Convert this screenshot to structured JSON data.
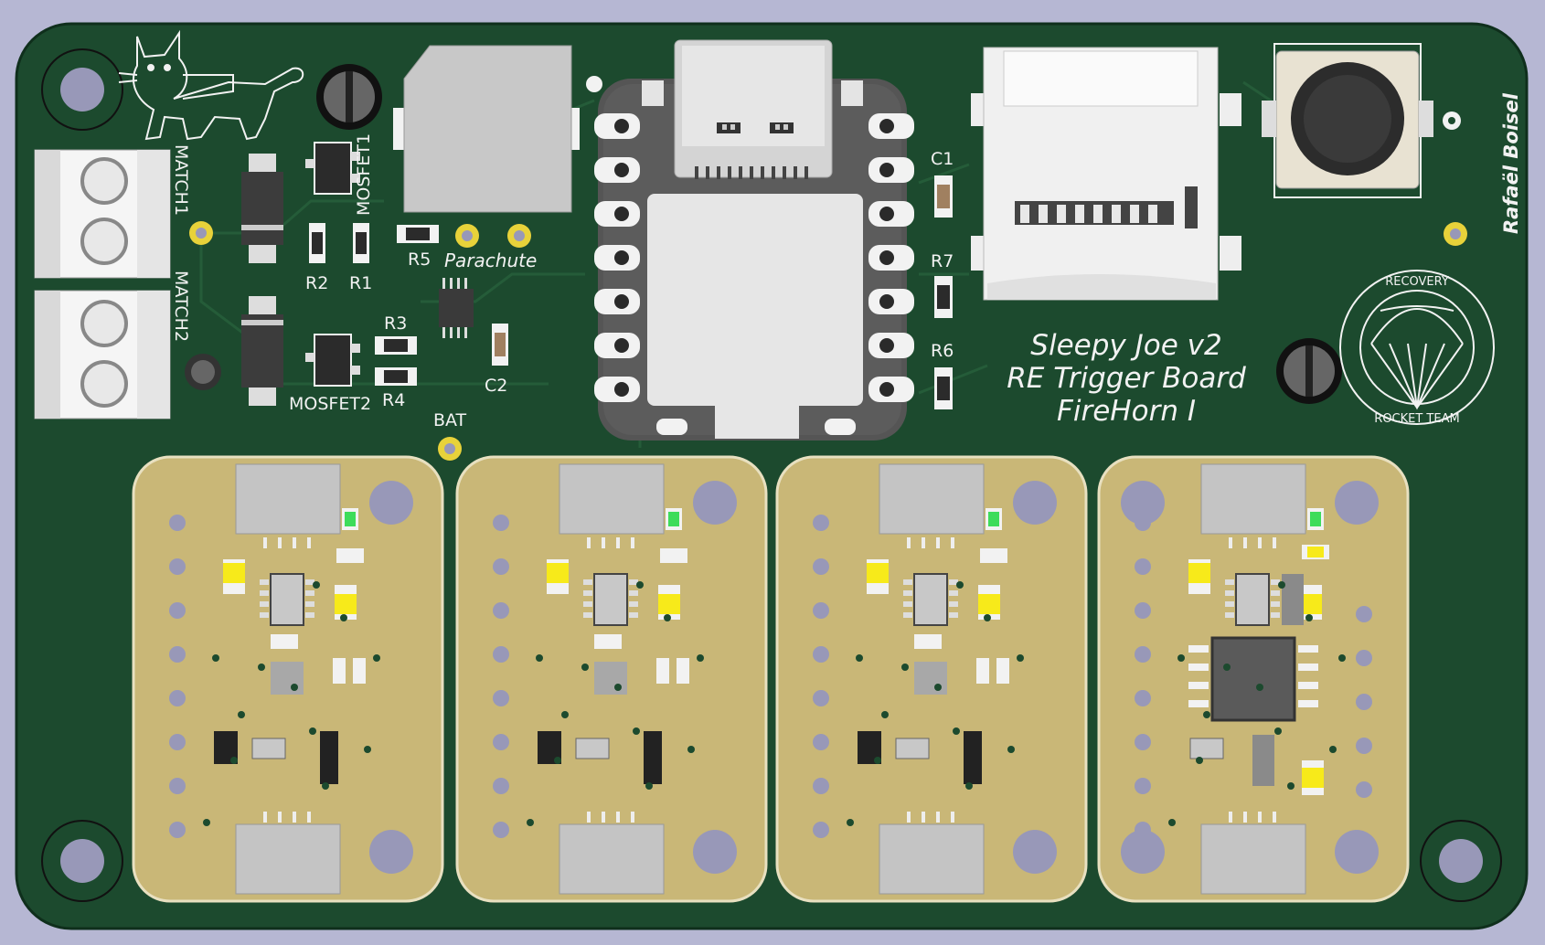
{
  "board": {
    "title_line1": "Sleepy Joe v2",
    "title_line2": "RE Trigger Board",
    "title_line3": "FireHorn I",
    "author": "Rafaël Boisel",
    "logo_top": "RECOVERY",
    "logo_bottom": "ROCKET TEAM"
  },
  "labels": {
    "match1": "MATCH1",
    "match2": "MATCH2",
    "mosfet1": "MOSFET1",
    "mosfet2": "MOSFET2",
    "r1": "R1",
    "r2": "R2",
    "r3": "R3",
    "r4": "R4",
    "r5": "R5",
    "r6": "R6",
    "r7": "R7",
    "c1": "C1",
    "c2": "C2",
    "parachute": "Parachute",
    "bat": "BAT"
  },
  "colors": {
    "background": "#b6b7d3",
    "pcb": "#1c4a2e",
    "pcb_edge": "#153a23",
    "silkscreen": "#f2f2f2",
    "copper_pad": "#c9b777",
    "gold_ring": "#e8d23a",
    "led_green": "#3ddc5a",
    "led_yellow": "#f7ea1a"
  },
  "icons": [
    "cat-logo-icon",
    "parachute-logo-icon",
    "usb-c-connector-icon",
    "sd-card-slot-icon",
    "push-button-icon"
  ]
}
